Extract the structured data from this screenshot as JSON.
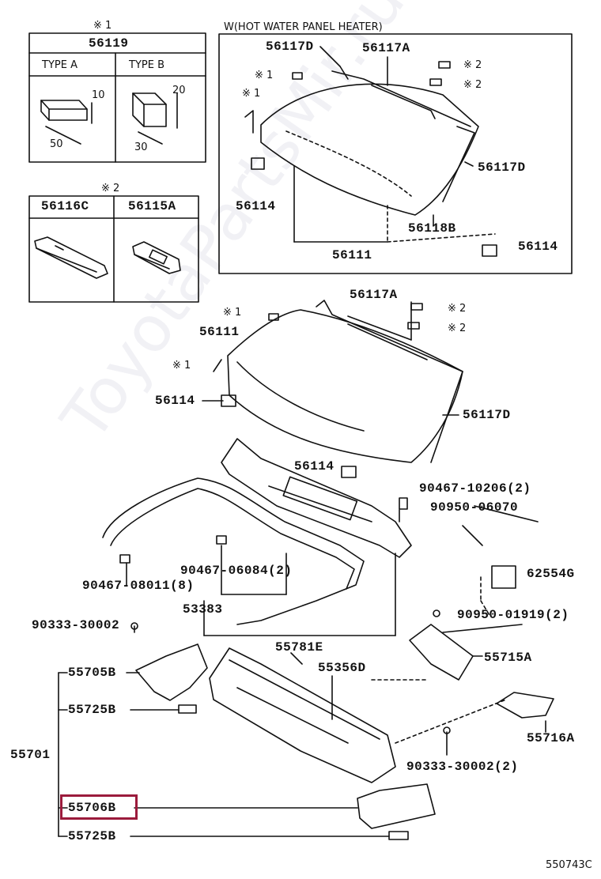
{
  "watermark": "ToyotaPartsMir.ru",
  "diagram_code": "550743C",
  "box_type_ab": {
    "note_symbol": "※ 1",
    "part": "56119",
    "type_a": "TYPE  A",
    "type_b": "TYPE  B",
    "dim_a_w": "50",
    "dim_a_h": "10",
    "dim_b_w": "30",
    "dim_b_h": "20"
  },
  "box_pads": {
    "note_symbol": "※ 2",
    "part_left": "56116C",
    "part_right": "56115A"
  },
  "hot_water_box": {
    "title": "W(HOT WATER PANEL HEATER)",
    "parts": {
      "p1": "56117D",
      "p2": "56117A",
      "p3": "56117D",
      "p4": "56114",
      "p5": "56118B",
      "p6": "56111",
      "p7": "56114"
    },
    "notes": {
      "n1": "※ 1",
      "n2": "※ 1",
      "n3": "※ 2",
      "n4": "※ 2"
    }
  },
  "main_glass": {
    "parts": {
      "p1": "56117A",
      "p2": "56111",
      "p3": "56114",
      "p4": "56117D",
      "p5": "56114"
    },
    "notes": {
      "n1": "※ 1",
      "n2": "※ 1",
      "n3": "※ 2",
      "n4": "※ 2"
    }
  },
  "cowl": {
    "parts": {
      "p1": "90467-10206(2)",
      "p2": "90950-06070",
      "p3": "62554G",
      "p4": "90467-06084(2)",
      "p5": "90467-08011(8)",
      "p6": "53383",
      "p7": "90333-30002",
      "p8": "90950-01919(2)",
      "p9": "55781E",
      "p10": "55715A",
      "p11": "55705B",
      "p12": "55356D",
      "p13": "55725B",
      "p14": "55716A",
      "p15": "55701",
      "p16": "90333-30002(2)",
      "p17": "55706B",
      "p18": "55725B"
    }
  }
}
